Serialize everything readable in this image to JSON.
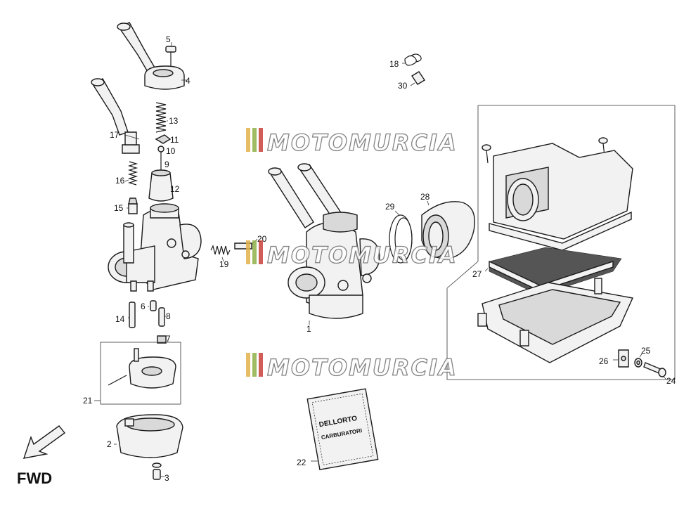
{
  "diagram": {
    "callouts": [
      "1",
      "2",
      "3",
      "4",
      "5",
      "6",
      "7",
      "8",
      "9",
      "10",
      "11",
      "12",
      "13",
      "14",
      "15",
      "16",
      "17",
      "18",
      "19",
      "20",
      "21",
      "22",
      "24",
      "25",
      "26",
      "27",
      "28",
      "29",
      "30"
    ],
    "direction_label": "FWD",
    "bag_labels": [
      "DELLORTO",
      "CARBURATORI"
    ],
    "watermark": "MOTOMURCIA",
    "watermark_colors": [
      "#e2b24a",
      "#8fb14a",
      "#c8433a"
    ]
  }
}
